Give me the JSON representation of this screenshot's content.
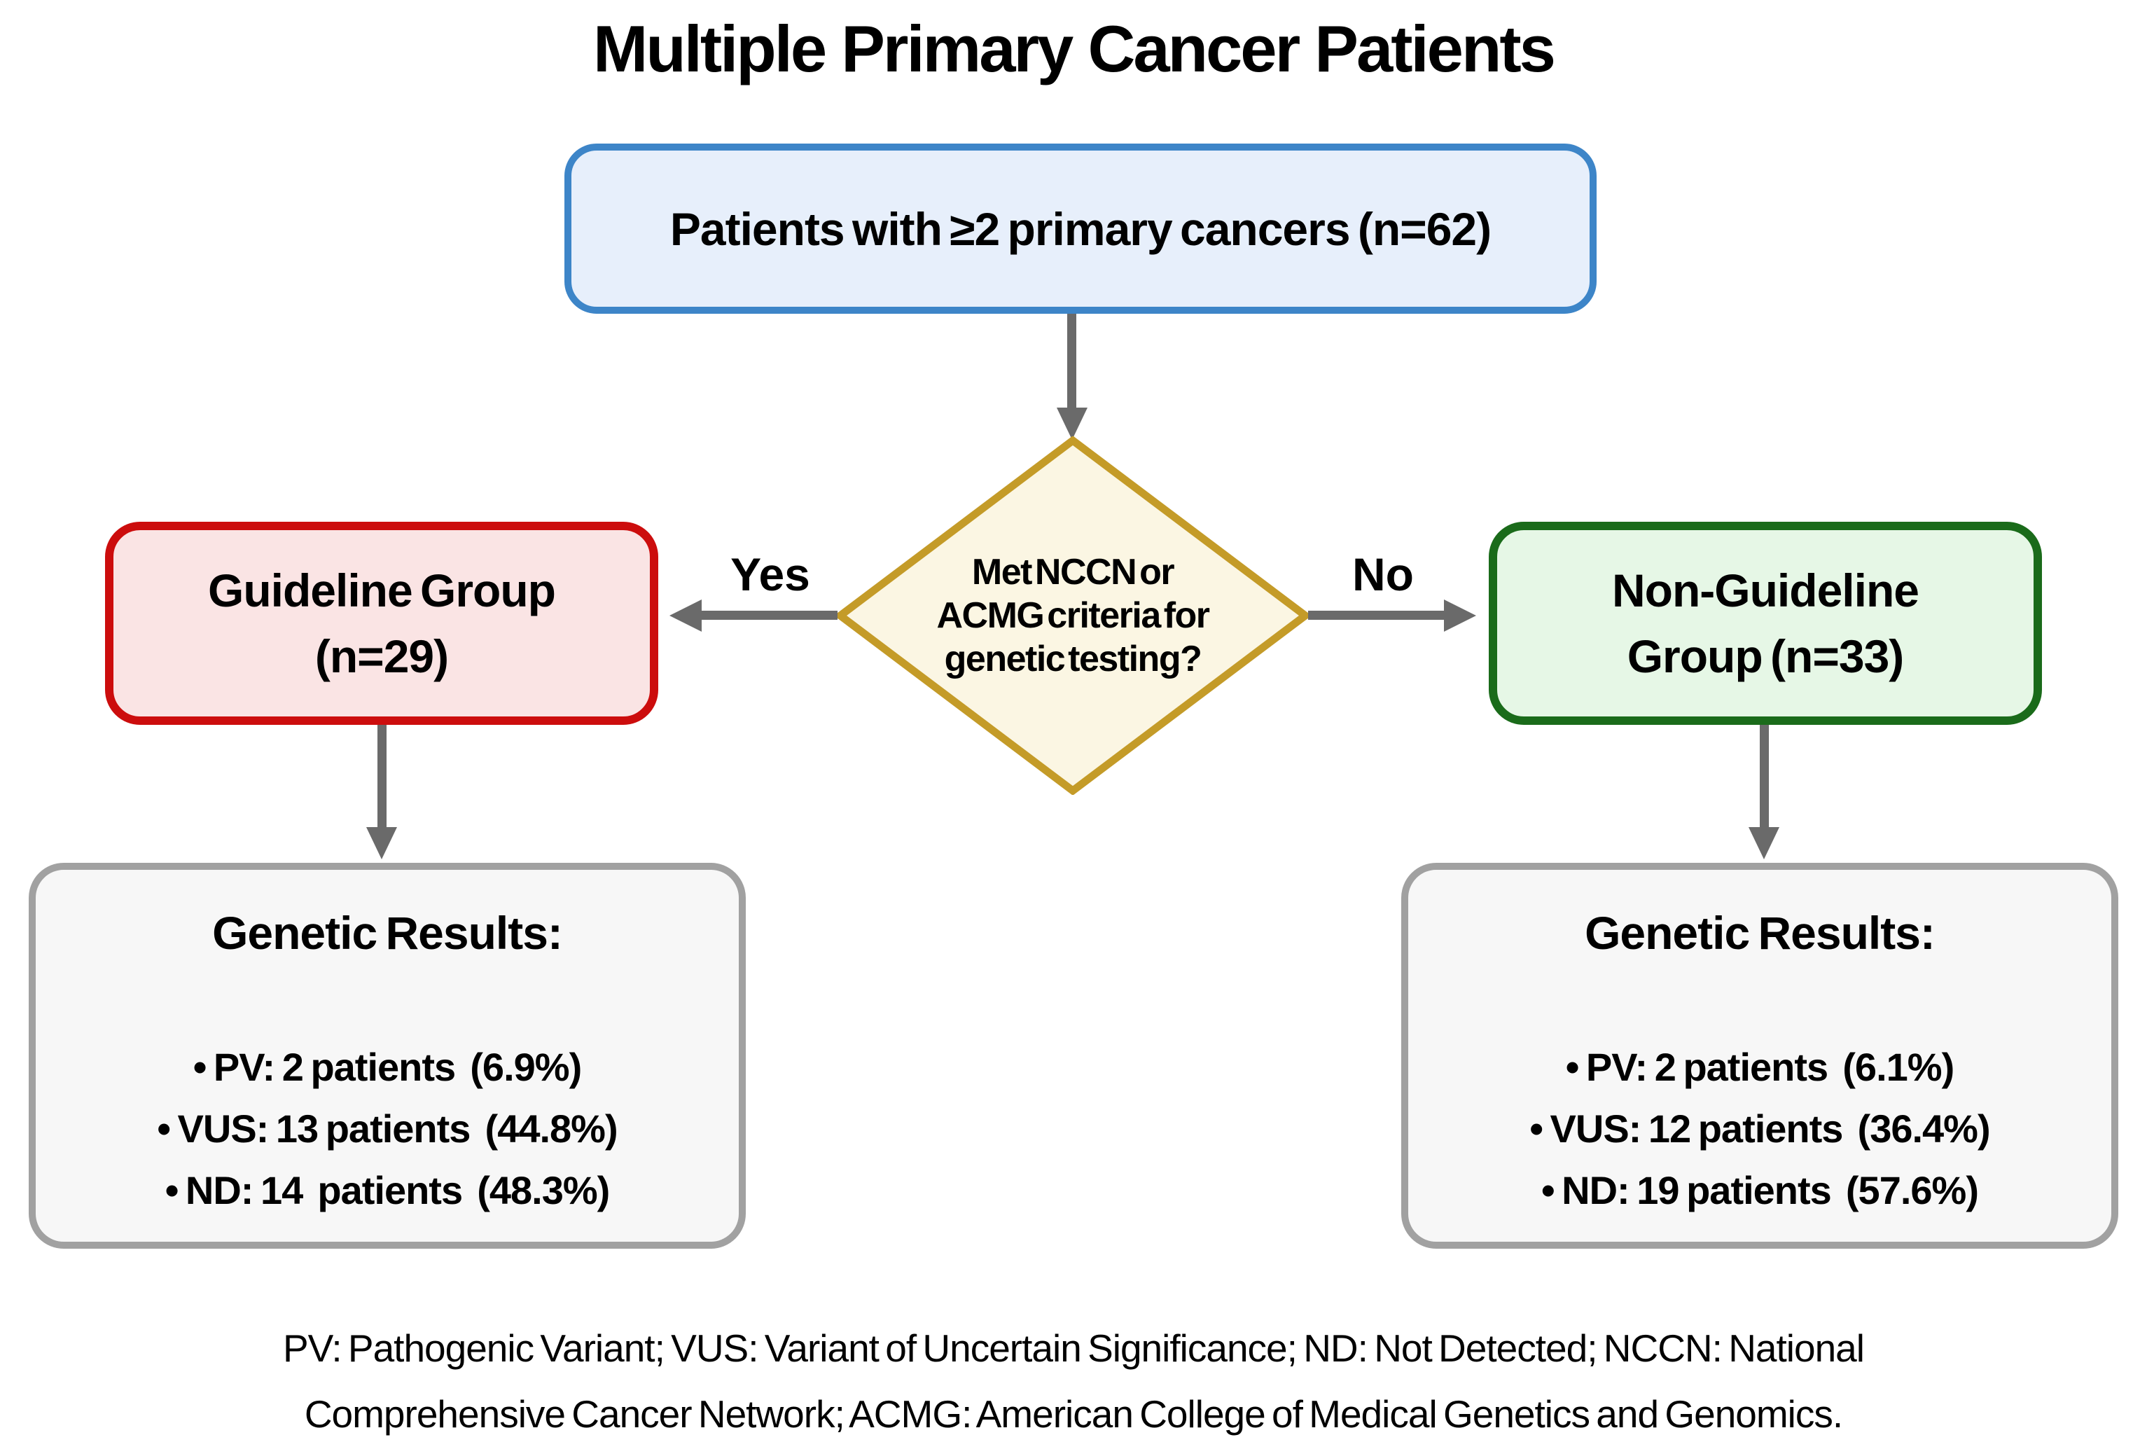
{
  "title": "Multiple Primary Cancer Patients",
  "nodes": {
    "root": {
      "text": "Patients with ≥2 primary cancers (n=62)"
    },
    "decision": {
      "lines": [
        "Met NCCN or",
        "ACMG criteria for",
        "genetic testing?"
      ]
    },
    "guideline_group": {
      "lines": [
        "Guideline Group",
        "(n=29)"
      ]
    },
    "non_guideline_group": {
      "lines": [
        "Non-Guideline",
        "Group (n=33)"
      ]
    },
    "guideline_results": {
      "heading": "Genetic Results:",
      "items": [
        "• PV: 2 patients  (6.9%)",
        "• VUS: 13 patients  (44.8%)",
        "• ND: 14  patients  (48.3%)"
      ]
    },
    "non_guideline_results": {
      "heading": "Genetic Results:",
      "items": [
        "• PV: 2 patients  (6.1%)",
        "• VUS: 12 patients  (36.4%)",
        "• ND: 19 patients  (57.6%)"
      ]
    }
  },
  "edge_labels": {
    "yes": "Yes",
    "no": "No"
  },
  "footer": {
    "line1": "PV: Pathogenic Variant; VUS: Variant of Uncertain Significance; ND: Not Detected; NCCN: National",
    "line2": "Comprehensive Cancer Network; ACMG: American College of Medical Genetics and Genomics."
  },
  "colors": {
    "root_border": "#3d85c8",
    "root_fill": "#e7effb",
    "decision_border": "#c49b28",
    "decision_fill": "#fbf6e3",
    "guideline_border": "#cc0d0d",
    "guideline_fill": "#fae4e4",
    "non_guideline_border": "#1a6b1a",
    "non_guideline_fill": "#e6f7e6",
    "results_border": "#a1a1a1",
    "results_fill": "#f7f7f7",
    "arrow": "#6a6a6a",
    "text": "#000000"
  }
}
